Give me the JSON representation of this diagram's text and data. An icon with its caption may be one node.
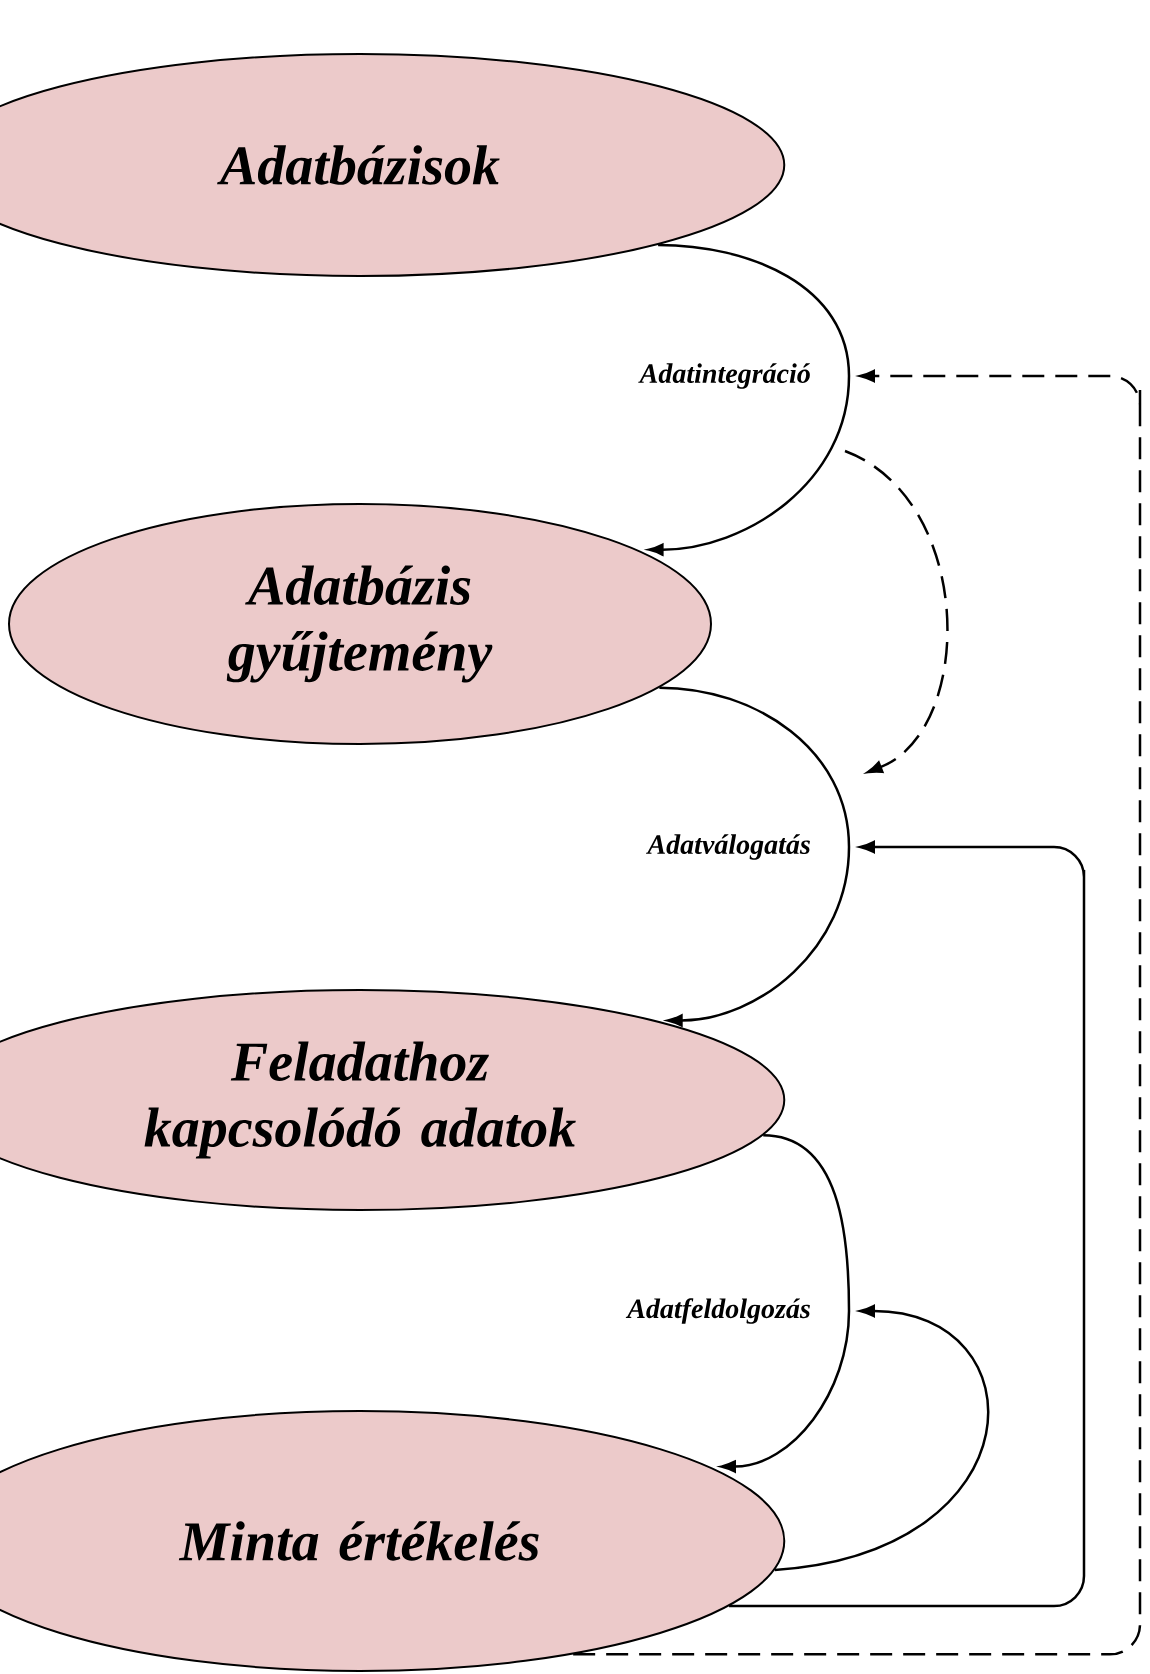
{
  "diagram": {
    "nodes": [
      {
        "text": [
          "Adatbázisok"
        ]
      },
      {
        "text": [
          "Adatintegráció"
        ]
      },
      {
        "text": [
          "Adatbázis gyűjtemény"
        ]
      },
      {
        "text": [
          "Adatválogatás"
        ]
      },
      {
        "text": [
          "Feladathoz kapcsolódó adatok"
        ]
      },
      {
        "text": [
          "Adatfeldolgozás"
        ]
      },
      {
        "text": [
          "Minta értékelés"
        ]
      }
    ],
    "edges": [
      {
        "from": 0,
        "to": 1,
        "arrow": "none"
      },
      {
        "from": 1,
        "to": 2,
        "arrow": "to"
      },
      {
        "from": 2,
        "to": 3,
        "arrow": "none"
      },
      {
        "from": 3,
        "to": 4,
        "arrow": "to"
      },
      {
        "from": 4,
        "to": 5,
        "arrow": "none"
      },
      {
        "from": 5,
        "to": 6,
        "arrow": "to"
      },
      {
        "from": 6,
        "to": 5,
        "arrow": "to"
      },
      {
        "from": 6,
        "to": 3,
        "arrow": "to"
      },
      {
        "from": 6,
        "to": 1,
        "arrow": "to",
        "style": "dashed"
      },
      {
        "from": 1,
        "to": 3,
        "arrow": "to",
        "style": "dashed"
      }
    ]
  }
}
